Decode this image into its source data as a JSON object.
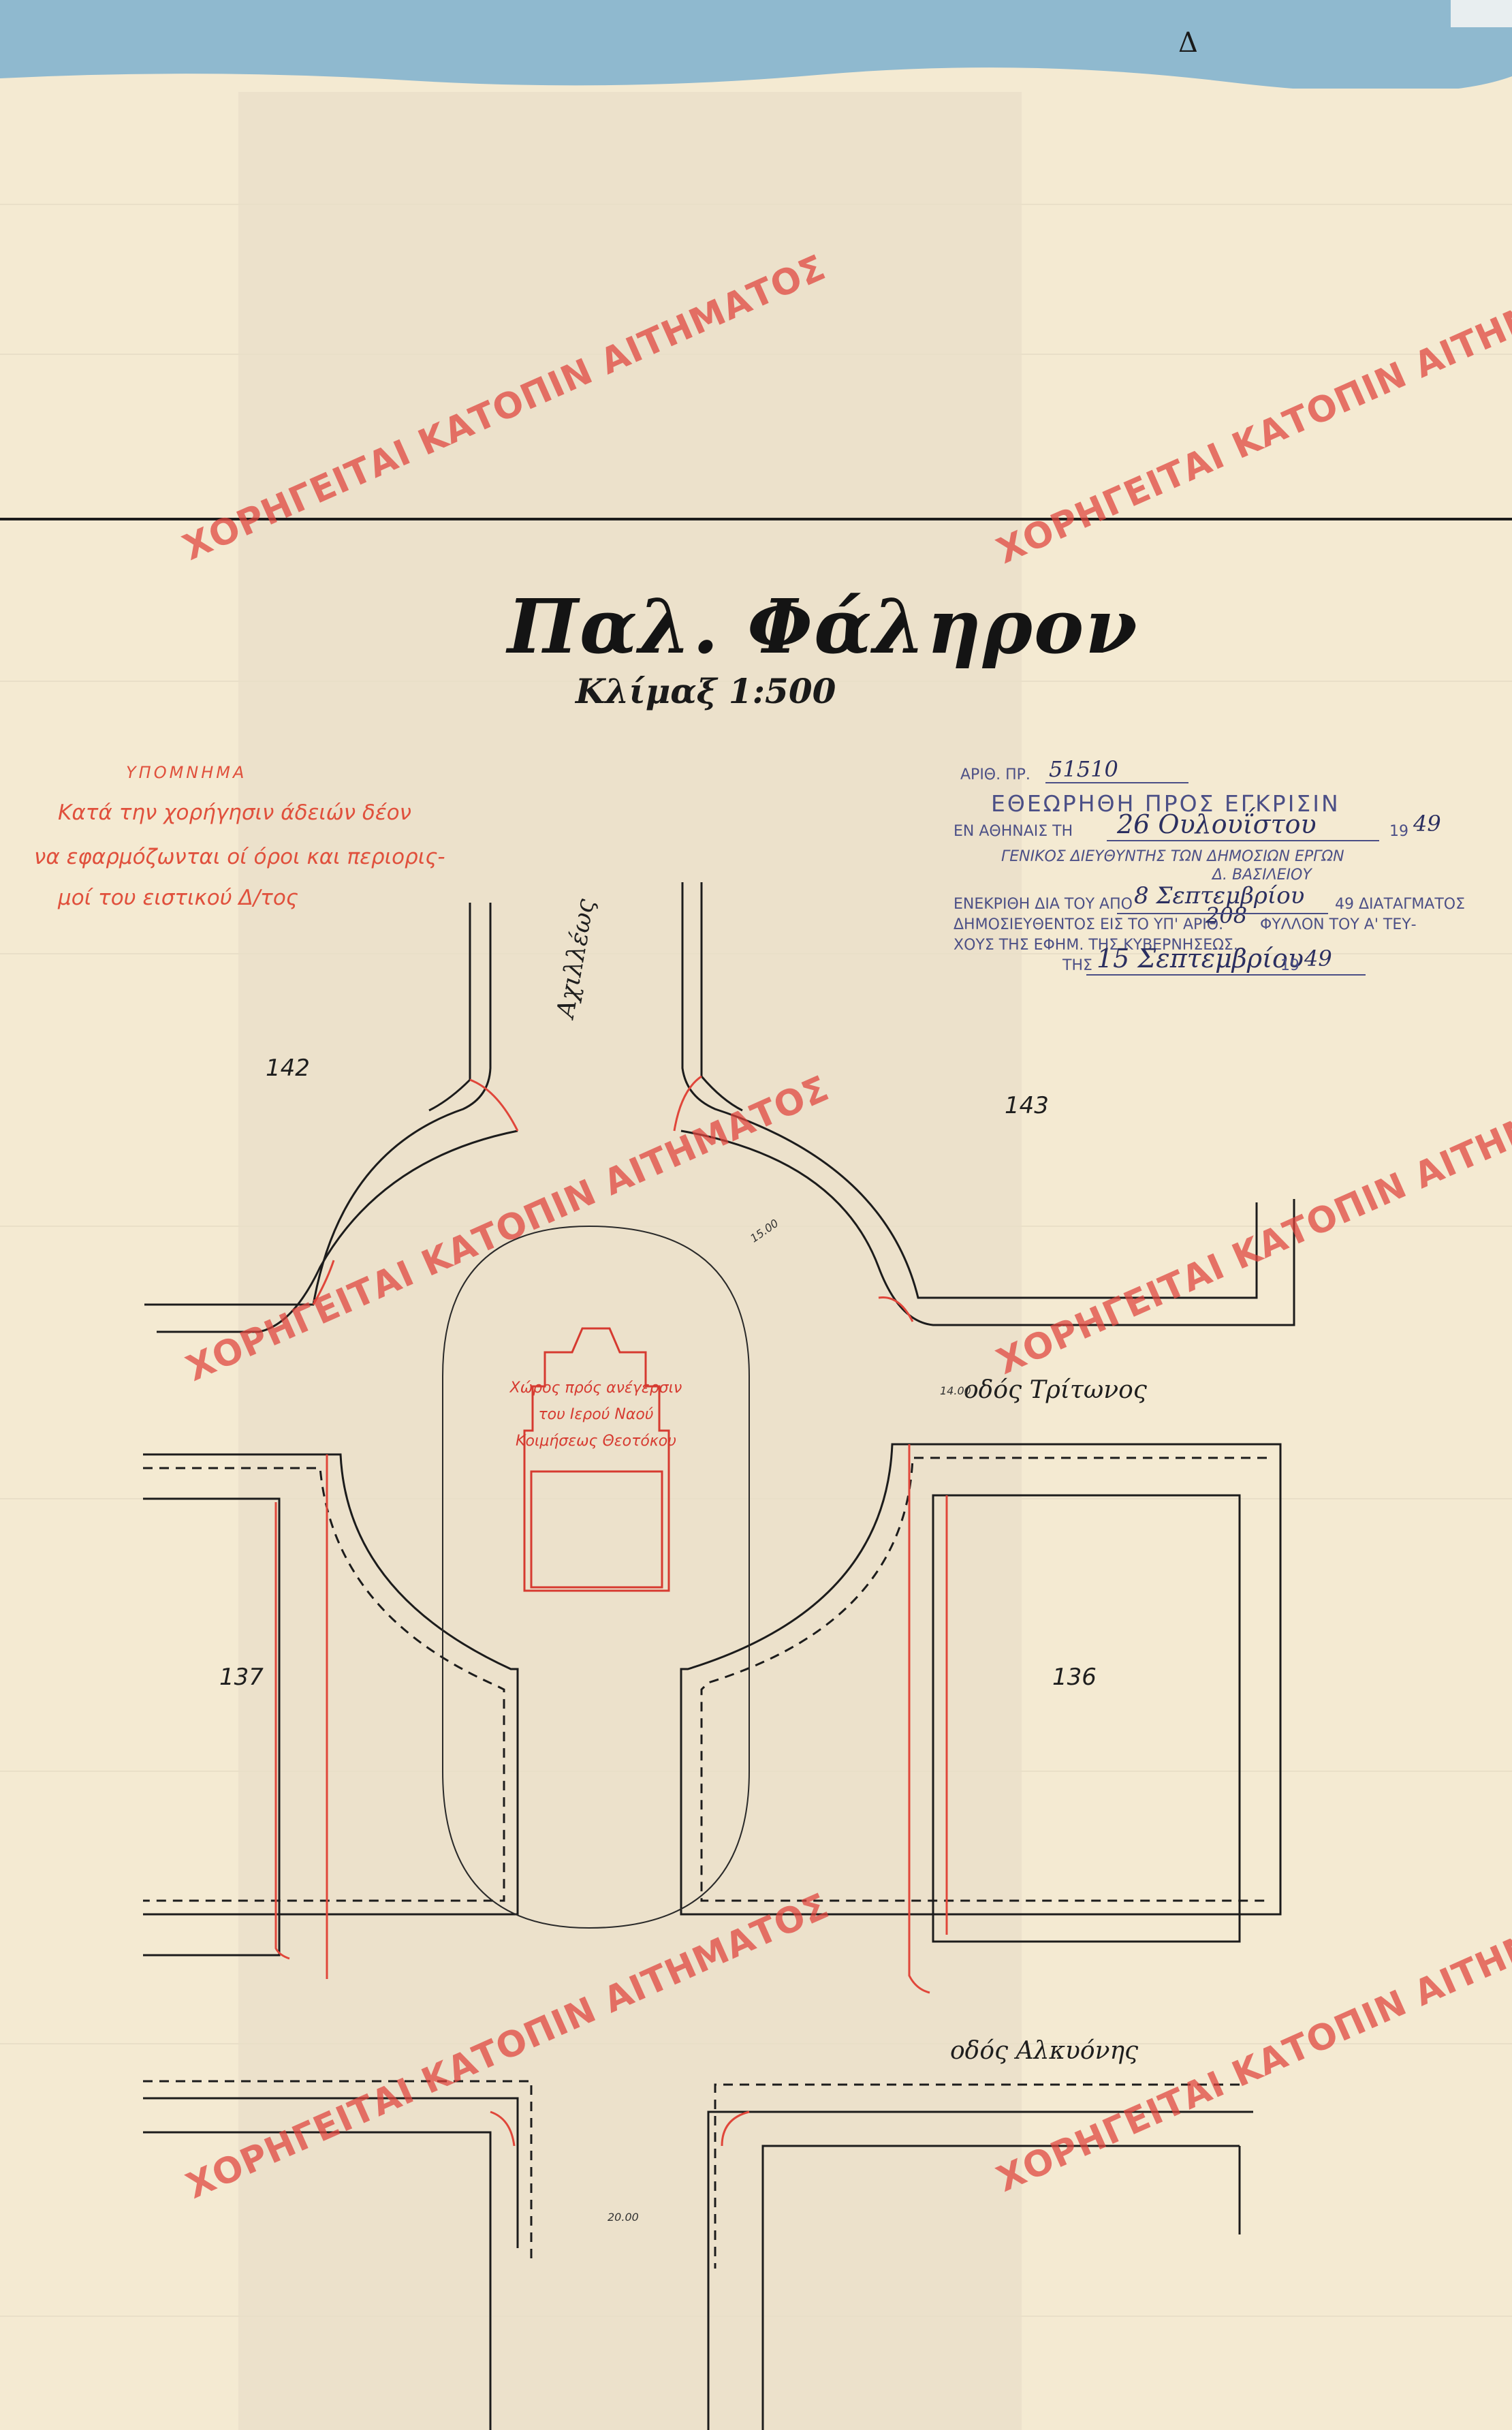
{
  "map": {
    "title": "Παλ. Φάληρον",
    "scale_label": "Κλίμαξ 1:500",
    "sheet_mark": "Δ"
  },
  "legend": {
    "heading": "ΥΠΟΜΝΗΜΑ",
    "lines": [
      "Κατά την χορήγησιν άδειών δέον",
      "να εφαρμόζωνται οί όροι και περιορις-",
      "μοί του ειστικού Δ/τος"
    ]
  },
  "approval_stamp": {
    "ref_prefix": "ΑΡΙΘ. ΠΡ.",
    "ref_number": "51510",
    "heading": "ΕΘΕΩΡΗΘΗ ΠΡΟΣ ΕΓΚΡΙΣΙΝ",
    "place_prefix": "ΕΝ ΑΘΗΝΑΙΣ ΤΗ",
    "place_date": "26 Ουλουΐστου",
    "place_year": "49",
    "year_prefix": "19",
    "signatory_title": "ΓΕΝΙΚΟΣ ΔΙΕΥΘΥΝΤΗΣ ΤΩΝ ΔΗΜΟΣΙΩΝ ΕΡΓΩΝ",
    "signatory_name": "Δ. ΒΑΣΙΛΕΙΟΥ",
    "approved_prefix": "ΕΝΕΚΡΙΘΗ ΔΙΑ ΤΟΥ ΑΠΟ",
    "approved_date": "8 Σεπτεμβρίου",
    "approved_suffix": "49 ΔΙΑΤΑΓΜΑΤΟΣ",
    "published_prefix": "ΔΗΜΟΣΙΕΥΘΕΝΤΟΣ ΕΙΣ ΤΟ ΥΠ' ΑΡΙΘ.",
    "published_number": "208",
    "published_suffix": "ΦΥΛΛΟΝ ΤΟΥ Α' ΤΕΥ-",
    "gazette_line": "ΧΟΥΣ ΤΗΣ ΕΦΗΜ. ΤΗΣ ΚΥΒΕΡΝΗΣΕΩΣ.",
    "gazette_date_prefix": "ΤΗΣ",
    "gazette_date": "15 Σεπτεμβρίου",
    "gazette_year": "49"
  },
  "streets": {
    "north": "Αχιλλέως",
    "east": "οδός Τρίτωνος",
    "south": "οδός Αλκυόνης"
  },
  "blocks": {
    "nw": "142",
    "ne": "143",
    "sw": "137",
    "se": "136"
  },
  "dimensions": {
    "ring": "15.00",
    "tritonos_width": "14.00",
    "bottom_width": "20.00"
  },
  "church_area": {
    "label_lines": [
      "Χώρος πρός ανέγερσιν",
      "του Ιερού Ναού",
      "Κοιμήσεως Θεοτόκου"
    ]
  },
  "watermark": {
    "text": "ΧΟΡΗΓΕΙΤΑΙ ΚΑΤΟΠΙΝ ΑΙΤΗΜΑΤΟΣ"
  },
  "colors": {
    "paper": "#f4ead2",
    "blue_edge": "#8fb9cf",
    "plan_ink": "#1c1c1c",
    "proposal_red": "#e0463a",
    "stamp_violet": "#4b4f86",
    "watermark_red": "#e0433c"
  }
}
